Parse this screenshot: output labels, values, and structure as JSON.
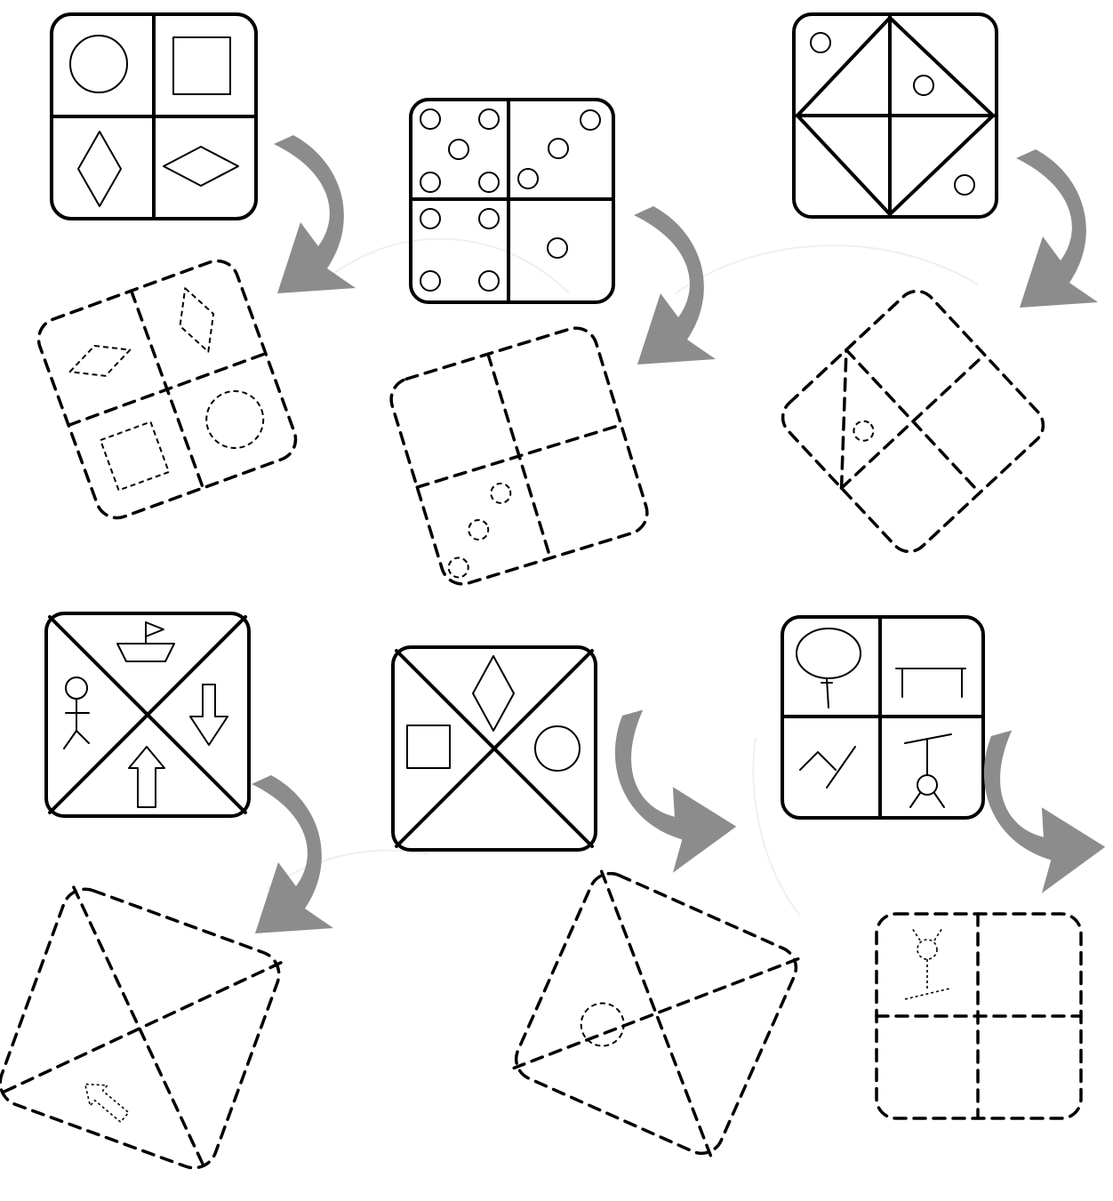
{
  "colors": {
    "background": "#ffffff",
    "ink": "#000000",
    "arrow": "#8c8c8c"
  },
  "puzzles": [
    {
      "id": "p1",
      "source": [
        "circle",
        "square",
        "vertical-diamond",
        "horizontal-diamond"
      ],
      "rotation": "quarter-turn",
      "result_visible": [
        "horizontal-diamond",
        "vertical-diamond",
        "square",
        "circle"
      ]
    },
    {
      "id": "p2",
      "source_dot_counts": [
        5,
        3,
        4,
        1
      ],
      "rotation": "quarter-turn",
      "result_visible_dots": 3
    },
    {
      "id": "p3",
      "source_dot_counts": [
        1,
        1,
        1
      ],
      "rotation": "eighth-turn",
      "result_visible_dots": 1
    },
    {
      "id": "p4",
      "source": [
        "boat",
        "down-arrow",
        "up-arrow",
        "stick-figure"
      ],
      "rotation": "quarter-turn",
      "result_visible": [
        "arrow"
      ]
    },
    {
      "id": "p5",
      "source": [
        "diamond",
        "circle",
        "empty",
        "square"
      ],
      "rotation": "eighth-turn",
      "result_visible": [
        "circle"
      ]
    },
    {
      "id": "p6",
      "source": [
        "balloon",
        "table",
        "bent-line",
        "hanging-figure"
      ],
      "rotation": "half-turn",
      "result_visible": [
        "hanging-figure"
      ]
    }
  ]
}
